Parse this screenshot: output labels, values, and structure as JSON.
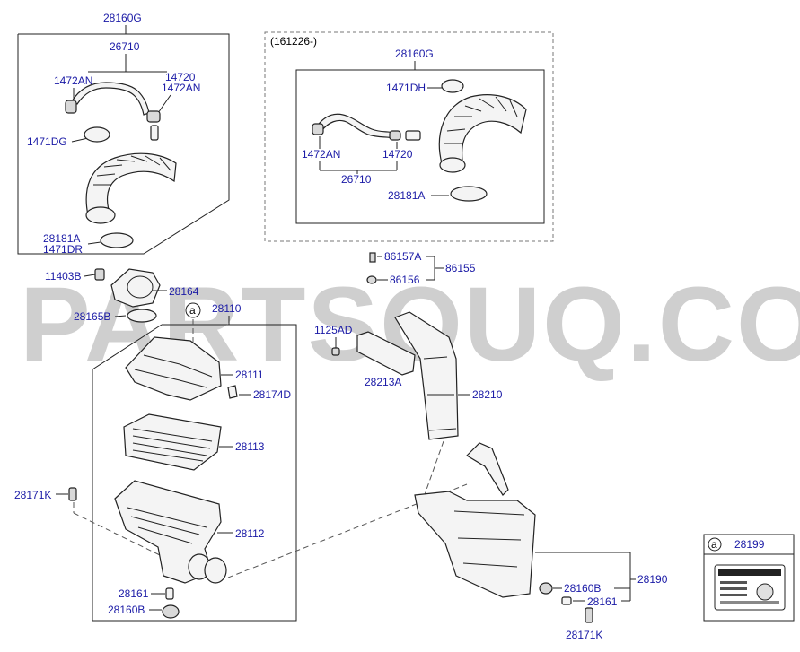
{
  "watermark": "PARTSOUQ.COM",
  "colors": {
    "label": "#1a1aa6",
    "line": "#222222",
    "watermark": "#cfcfcf"
  },
  "group_left": {
    "label": "28160G"
  },
  "group_right": {
    "note": "(161226-)",
    "label": "28160G"
  },
  "parts": {
    "p26710_l": "26710",
    "p1472AN_l": "1472AN",
    "p14720_l": "14720",
    "p1472AN_l2": "1472AN",
    "p1471DG": "1471DG",
    "p28181A_l": "28181A",
    "p1471DR": "1471DR",
    "p11403B": "11403B",
    "p28164": "28164",
    "p28165B": "28165B",
    "p28110": "28110",
    "p28111": "28111",
    "p28174D": "28174D",
    "p28113": "28113",
    "p28171K_l": "28171K",
    "p28112": "28112",
    "p28161_l": "28161",
    "p28160B_l": "28160B",
    "p1471DH": "1471DH",
    "p1472AN_r": "1472AN",
    "p14720_r": "14720",
    "p26710_r": "26710",
    "p28181A_r": "28181A",
    "p86157A": "86157A",
    "p86155": "86155",
    "p86156": "86156",
    "p1125AD": "1125AD",
    "p28213A": "28213A",
    "p28210": "28210",
    "p28190": "28190",
    "p28160B_r": "28160B",
    "p28161_r": "28161",
    "p28171K_r": "28171K",
    "p28199": "28199"
  },
  "callout": {
    "letter": "a"
  },
  "legend_box": {
    "letter": "a",
    "label": "28199"
  }
}
